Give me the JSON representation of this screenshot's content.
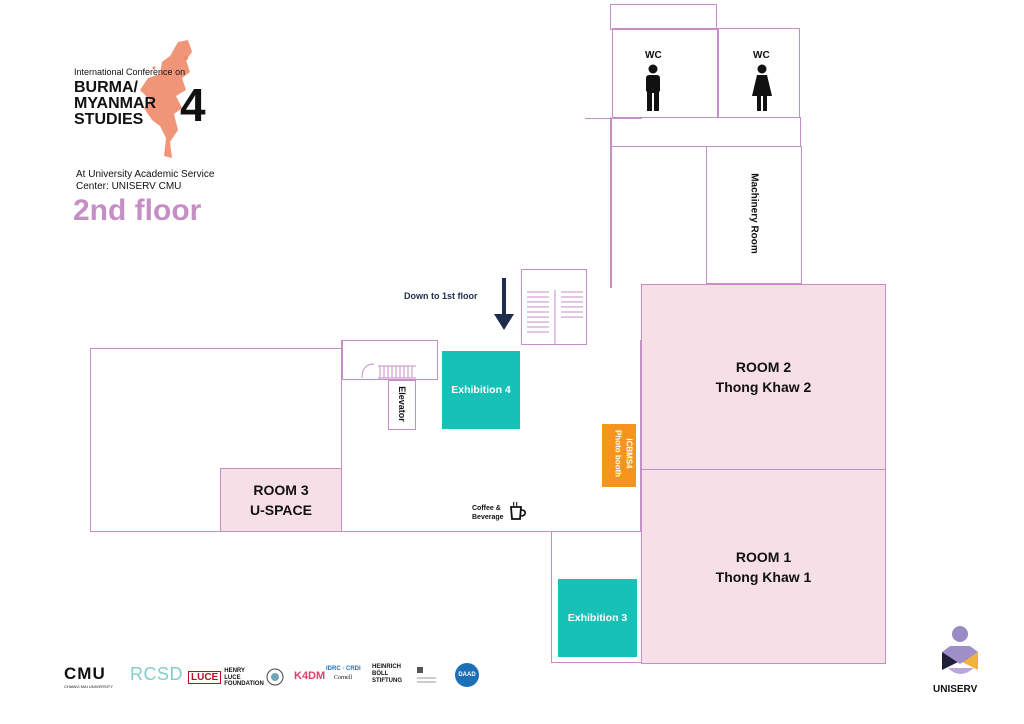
{
  "header": {
    "conference_line": "International Conference on",
    "title_line1": "BURMA/",
    "title_line2": "MYANMAR",
    "title_line3": "STUDIES",
    "edition": "4",
    "venue_line1": "At University Academic Service",
    "venue_line2": "Center: UNISERV CMU",
    "floor": "2nd floor"
  },
  "colors": {
    "wall": "#c58fc6",
    "room_fill": "#f6dfe7",
    "exhibition": "#17c1b7",
    "photo_booth": "#f7941d",
    "floor_title": "#c58fc6",
    "arrow": "#1f2d4d",
    "map_blob": "#f08a6a"
  },
  "rooms": {
    "room2_name": "ROOM 2",
    "room2_sub": "Thong Khaw 2",
    "room1_name": "ROOM 1",
    "room1_sub": "Thong Khaw 1",
    "room3_name": "ROOM 3",
    "room3_sub": "U-SPACE"
  },
  "labels": {
    "wc_men": "WC",
    "wc_women": "WC",
    "machinery": "Machinery Room",
    "down": "Down to 1st floor",
    "elevator": "Elevator",
    "exhibition4": "Exhibition 4",
    "exhibition3": "Exhibition 3",
    "photo_booth_line1": "ICBMS4",
    "photo_booth_line2": "Photo booth",
    "coffee_line1": "Coffee &",
    "coffee_line2": "Beverage"
  },
  "icons": {
    "man": "man-icon",
    "woman": "woman-icon",
    "coffee": "coffee-cup-icon",
    "arrow": "arrow-down-icon",
    "stairs": "stairs-icon"
  },
  "sponsors": {
    "cmu": "CMU",
    "cmu_sub": "CHIANG MAI UNIVERSITY",
    "rcsd": "RCSD",
    "luce_mark": "LUCE",
    "luce_text1": "HENRY",
    "luce_text2": "LUCE",
    "luce_text3": "FOUNDATION",
    "k4dm": "K4DM",
    "idrc": "IDRC · CRDI",
    "cornell": "Cornell",
    "hbs1": "HEINRICH",
    "hbs2": "BÖLL",
    "hbs3": "STIFTUNG",
    "daad": "DAAD",
    "uniserv": "UNISERV"
  }
}
